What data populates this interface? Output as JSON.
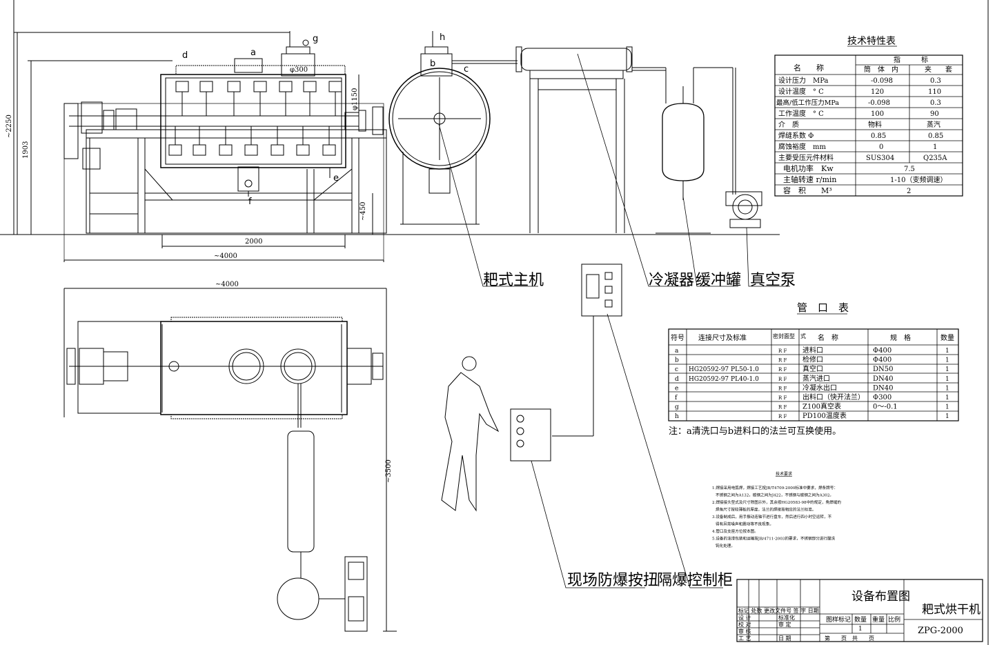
{
  "dimensions": {
    "h2250": "~2250",
    "h1903": "1903",
    "w2000": "2000",
    "w4000_top": "~4000",
    "w4000_plan": "~4000",
    "h3500": "~3500",
    "d1150": "φ1150",
    "h450": "~450",
    "d300": "φ300"
  },
  "port_letters": [
    "a",
    "b",
    "c",
    "d",
    "e",
    "f",
    "g",
    "h"
  ],
  "equipment_labels": {
    "main_machine": "耙式主机",
    "condenser": "冷凝器",
    "buffer_tank": "缓冲罐",
    "vacuum_pump": "真空泵",
    "explosion_button": "现场防爆按扭",
    "control_cabinet": "隔爆控制柜"
  },
  "tech_table": {
    "title": "技术特性表",
    "header_name": "名　　称",
    "header_index": "指　　　标",
    "header_shell": "筒　体　内",
    "header_jacket": "夹　　套",
    "rows": [
      {
        "name": "设计压力　MPa",
        "shell": "-0.098",
        "jacket": "0.3"
      },
      {
        "name": "设计温度　° C",
        "shell": "120",
        "jacket": "110"
      },
      {
        "name": "最高/低工作压力MPa",
        "shell": "-0.098",
        "jacket": "0.3"
      },
      {
        "name": "工作温度　° C",
        "shell": "100",
        "jacket": "90"
      },
      {
        "name": "介　质",
        "shell": "物料",
        "jacket": "蒸汽"
      },
      {
        "name": "焊缝系数 Φ",
        "shell": "0.85",
        "jacket": "0.85"
      },
      {
        "name": "腐蚀裕度　mm",
        "shell": "0",
        "jacket": "1"
      },
      {
        "name": "主要受压元件材料",
        "shell": "SUS304",
        "jacket": "Q235A"
      }
    ],
    "merged_rows": [
      {
        "name": "电机功率　Kw",
        "value": "7.5"
      },
      {
        "name": "主轴转速 r/min",
        "value": "1-10（变频调速）"
      },
      {
        "name": "容　积　　M³",
        "value": "2"
      }
    ]
  },
  "nozzle_table": {
    "title": "管　口　表",
    "headers": [
      "符号",
      "连接尺寸及标准",
      "密封面型　式",
      "名　称",
      "规　格",
      "数量"
    ],
    "rows": [
      [
        "a",
        "",
        "R F",
        "进料口",
        "Φ400",
        "1"
      ],
      [
        "b",
        "",
        "R F",
        "检修口",
        "Φ400",
        "1"
      ],
      [
        "c",
        "HG20592-97 PL50-1.0",
        "R F",
        "真空口",
        "DN50",
        "1"
      ],
      [
        "d",
        "HG20592-97 PL40-1.0",
        "R F",
        "蒸汽进口",
        "DN40",
        "1"
      ],
      [
        "e",
        "",
        "R F",
        "冷凝水出口",
        "DN40",
        "1"
      ],
      [
        "f",
        "",
        "R F",
        "出料口（快开法兰）",
        "Φ300",
        "1"
      ],
      [
        "g",
        "",
        "R F",
        "Z100真空表",
        "0～-0.1",
        "1"
      ],
      [
        "h",
        "",
        "R F",
        "PD100温度表",
        "",
        "1"
      ]
    ],
    "note": "注：a清洗口与b进料口的法兰可互换使用。"
  },
  "tech_requirements": {
    "title": "技术要求",
    "items": [
      "1.焊接采用电弧焊，焊接工艺按JB/T4709-2000标准中要求，焊条牌号：",
      "不锈钢之间为A132，碳钢之间为J422，不锈钢与碳钢之间为A302。",
      "2.焊接接头型式及尺寸除图示外，其余按HG20583-98中的规定，角焊缝的",
      "焊角尺寸按较薄板的厚度，法兰的焊接按相应的法兰标准。",
      "3.设备制成后，用手振动连轴节进行盘车，然后进行四小时空运转，不",
      "得有异常噪声和震动等不良现象。",
      "4.管口及支座方位按本图。",
      "5.设备的油漆包装和运输按JB/4711-2003的要求，不锈钢部分进行酸洗",
      "钝化处理。"
    ]
  },
  "title_block": {
    "drawing_name": "设备布置图",
    "product_name": "耙式烘干机",
    "drawing_no": "ZPG-2000",
    "rev_row": "标记 处数 更改文件号 签 字 日期",
    "design": "设 计",
    "check": "校 对",
    "review": "审 核",
    "process": "工 艺",
    "standard": "标准化",
    "approve": "审 定",
    "date": "日 期",
    "stage_label": "图样标记",
    "qty_label": "数量",
    "weight_label": "重量",
    "scale_label": "比例",
    "qty": "1",
    "sheet_label": "第　　页　共　　页"
  }
}
